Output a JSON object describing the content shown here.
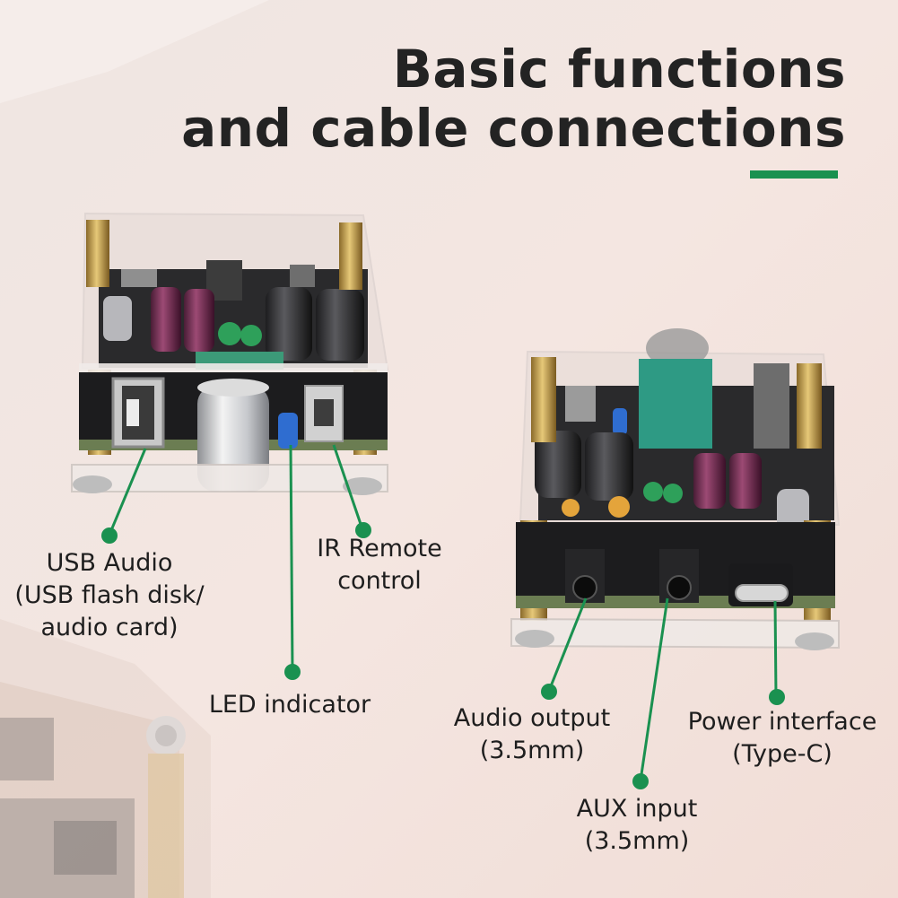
{
  "title": {
    "line1": "Basic functions",
    "line2": "and cable connections"
  },
  "colors": {
    "accent": "#1a9150",
    "background": "#f3e4df",
    "text": "#1e1e1e"
  },
  "callouts": {
    "usb_audio": {
      "line1": "USB Audio",
      "line2": "(USB flash disk/",
      "line3": "audio card)"
    },
    "ir_remote": {
      "line1": "IR Remote",
      "line2": "control"
    },
    "led": {
      "line1": "LED indicator"
    },
    "audio_output": {
      "line1": "Audio output",
      "line2": "(3.5mm)"
    },
    "aux_input": {
      "line1": "AUX input",
      "line2": "(3.5mm)"
    },
    "power": {
      "line1": "Power interface",
      "line2": "(Type-C)"
    }
  }
}
